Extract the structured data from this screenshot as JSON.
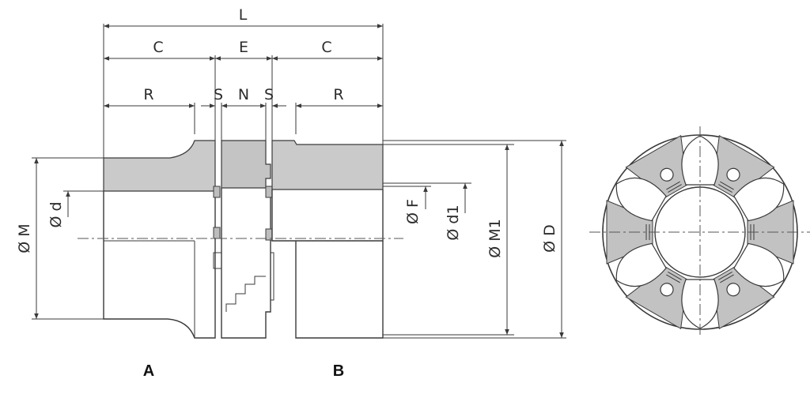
{
  "colors": {
    "line": "#3a3a3a",
    "hub_fill": "#cacaca",
    "element_fill": "#bdbdbd",
    "background": "#ffffff"
  },
  "dimensions": {
    "overall_length": "L",
    "hub_length_left": "C",
    "gap_section": "E",
    "hub_length_right": "C",
    "bore_length_left": "R",
    "spacer_left": "S",
    "element_width": "N",
    "spacer_right": "S",
    "bore_length_right": "R",
    "hub_diameter_left": "Ø M",
    "bore_diameter_left": "Ø d",
    "flange_diameter": "Ø F",
    "bore_diameter_right": "Ø d1",
    "hub_diameter_right": "Ø M1",
    "outer_diameter": "Ø D"
  },
  "views": {
    "left_label": "A",
    "right_label": "B"
  }
}
